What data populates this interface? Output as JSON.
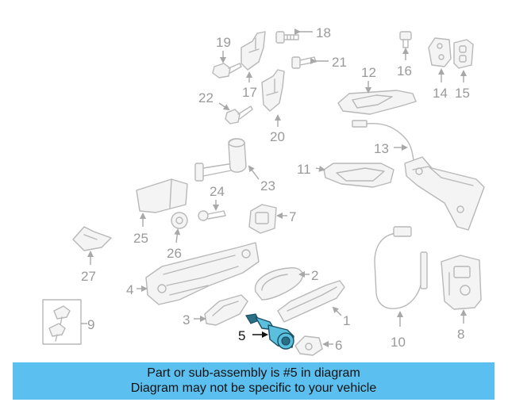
{
  "callouts": {
    "c1": "1",
    "c2": "2",
    "c3": "3",
    "c4": "4",
    "c5": "5",
    "c6": "6",
    "c7": "7",
    "c8": "8",
    "c9": "9",
    "c10": "10",
    "c11": "11",
    "c12": "12",
    "c13": "13",
    "c14": "14",
    "c15": "15",
    "c16": "16",
    "c17": "17",
    "c18": "18",
    "c19": "19",
    "c20": "20",
    "c21": "21",
    "c22": "22",
    "c23": "23",
    "c24": "24",
    "c25": "25",
    "c26": "26",
    "c27": "27"
  },
  "highlighted_part": "5",
  "colors": {
    "highlight_part": "#5bc0de",
    "banner_background": "#5bc0f0",
    "callout_default": "#9a9a9a",
    "callout_highlight": "#111111"
  },
  "banner": {
    "line1": "Part or sub-assembly is #5 in diagram",
    "line2": "Diagram may not be specific to your vehicle"
  }
}
